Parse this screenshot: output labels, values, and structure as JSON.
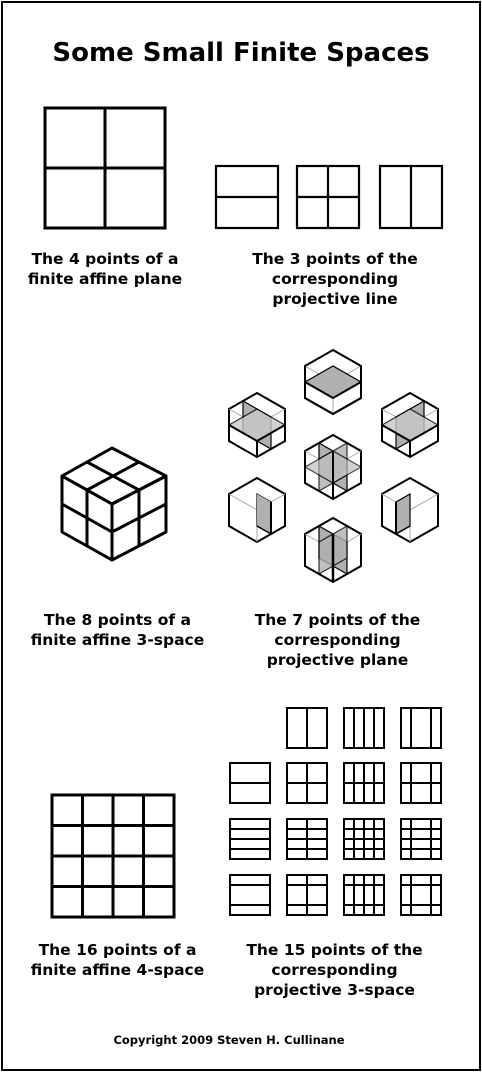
{
  "title": "Some Small Finite Spaces",
  "captions": {
    "affine_plane": [
      "The 4 points of a",
      "finite affine plane"
    ],
    "projective_line": [
      "The 3 points of the",
      "corresponding",
      "projective line"
    ],
    "affine_3space": [
      "The 8 points of a",
      "finite affine 3-space"
    ],
    "projective_plane": [
      "The 7 points of the",
      "corresponding",
      "projective plane"
    ],
    "affine_4space": [
      "The 16 points of a",
      "finite affine 4-space"
    ],
    "projective_3space": [
      "The 15 points of the",
      "corresponding",
      "projective 3-space"
    ]
  },
  "copyright": "Copyright 2009 Steven H. Cullinane",
  "colors": {
    "line": "#000000",
    "shade": "#b0b0b0",
    "faint": "#a8a8a8"
  }
}
